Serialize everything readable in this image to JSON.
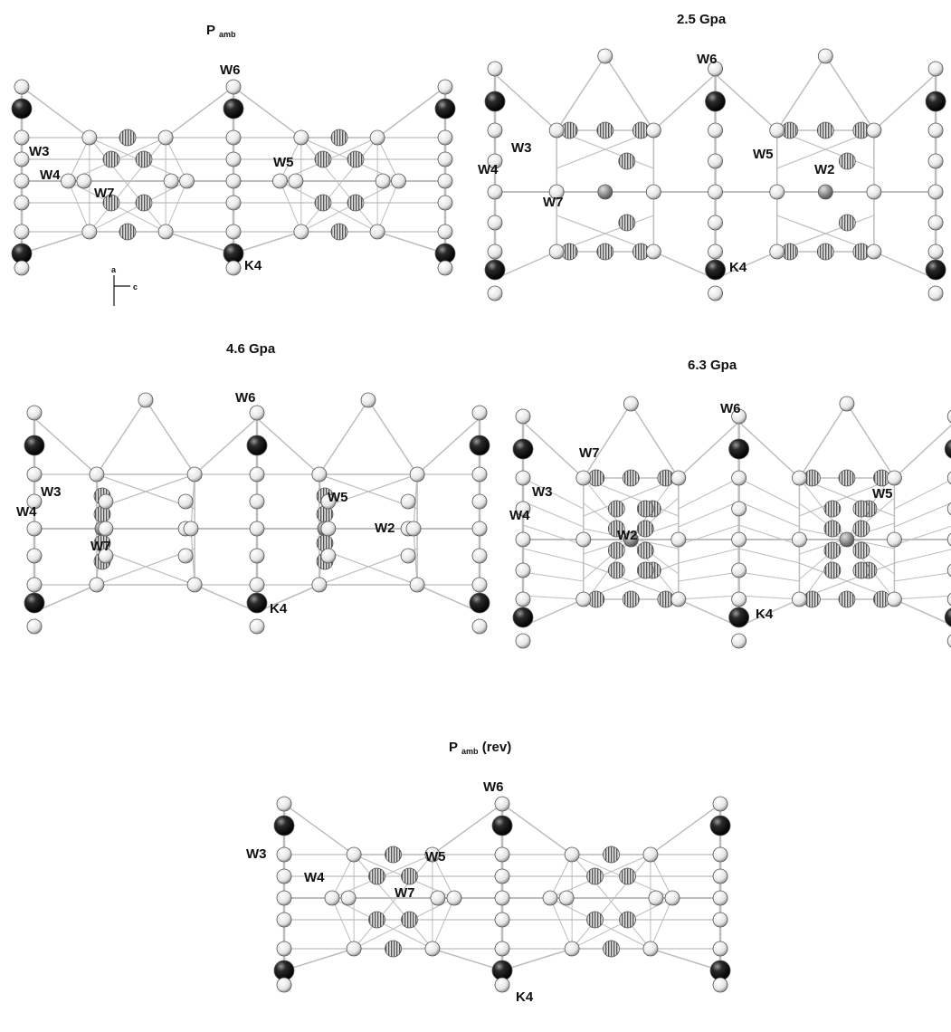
{
  "panels": [
    {
      "id": "p1",
      "title": {
        "main": "P",
        "sub": "amb",
        "suffix": ""
      },
      "labels": {
        "w6": "W6",
        "w3": "W3",
        "w4": "W4",
        "w7": "W7",
        "w5": "W5",
        "k4": "K4"
      },
      "axes": {
        "a": "a",
        "c": "c"
      }
    },
    {
      "id": "p2",
      "title": {
        "main": "2.5 Gpa"
      },
      "labels": {
        "w6": "W6",
        "w3": "W3",
        "w4": "W4",
        "w7": "W7",
        "w5": "W5",
        "w2": "W2",
        "k4": "K4"
      }
    },
    {
      "id": "p3",
      "title": {
        "main": "4.6 Gpa"
      },
      "labels": {
        "w6": "W6",
        "w3": "W3",
        "w4": "W4",
        "w7": "W7",
        "w5": "W5",
        "w2": "W2",
        "k4": "K4"
      }
    },
    {
      "id": "p4",
      "title": {
        "main": "6.3 Gpa"
      },
      "labels": {
        "w6": "W6",
        "w7": "W7",
        "w3": "W3",
        "w4": "W4",
        "w2": "W2",
        "w5": "W5",
        "k4": "K4"
      }
    },
    {
      "id": "p5",
      "title": {
        "main": "P",
        "sub": "amb",
        "suffix": " (rev)"
      },
      "labels": {
        "w6": "W6",
        "w3": "W3",
        "w4": "W4",
        "w5": "W5",
        "w7": "W7",
        "k4": "K4"
      }
    }
  ],
  "atom_types": {
    "K": {
      "fill": "#111111",
      "highlight": "#8a8a8a"
    },
    "W": {
      "fill": "#e9e9e9",
      "highlight": "#ffffff"
    },
    "W_partial": {
      "fill": "#cfcfcf",
      "stripe": "#555555"
    },
    "W_center": {
      "fill": "#9a9a9a",
      "highlight": "#d0d0d0"
    }
  },
  "bond_color": "#bdbdbd"
}
